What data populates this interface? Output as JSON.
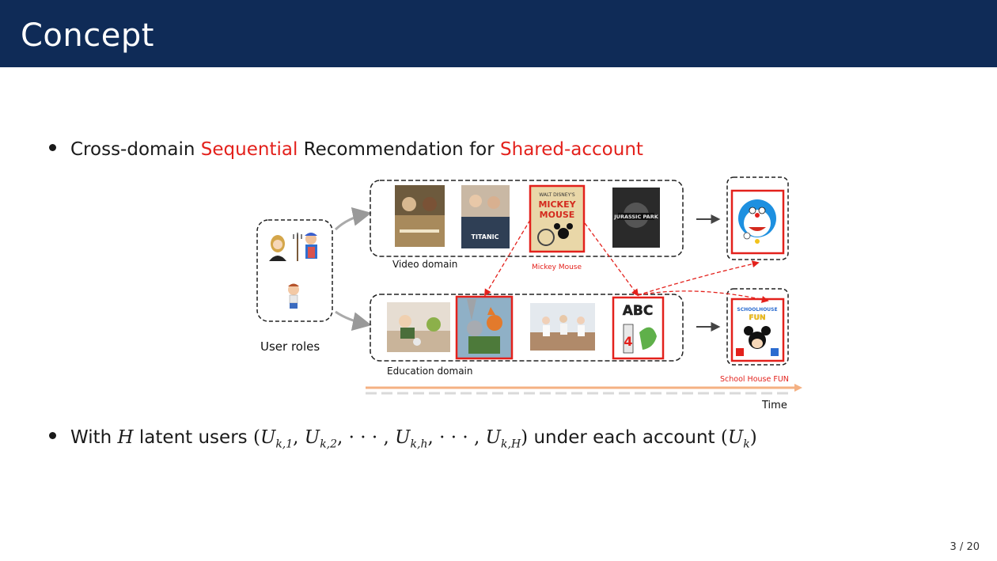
{
  "slide": {
    "title": "Concept",
    "page_current": "3",
    "page_total": "20"
  },
  "bullets": {
    "b1_pre": "Cross-domain ",
    "b1_hl1": "Sequential",
    "b1_mid": " Recommendation for ",
    "b1_hl2": "Shared-account",
    "b2_pre": "With ",
    "b2_var": "H",
    "b2_mid": " latent users ",
    "b2_post": " under each account "
  },
  "figure": {
    "video_domain_label": "Video domain",
    "education_domain_label": "Education domain",
    "user_roles_label": "User roles",
    "mickey_label": "Mickey Mouse",
    "school_label": "School House FUN",
    "time_label": "Time",
    "poster_texts": {
      "titanic": "TITANIC",
      "mickey_top": "WALT DISNEY'S",
      "mickey_title1": "MICKEY",
      "mickey_title2": "MOUSE",
      "jurassic": "JURASSIC PARK",
      "abc": "ABC",
      "school_title1": "SCHOOLHOUSE",
      "school_title2": "FUN"
    }
  },
  "colors": {
    "title_bar": "#0f2b57",
    "highlight": "#e3211c",
    "timeline": "#f4b183"
  }
}
